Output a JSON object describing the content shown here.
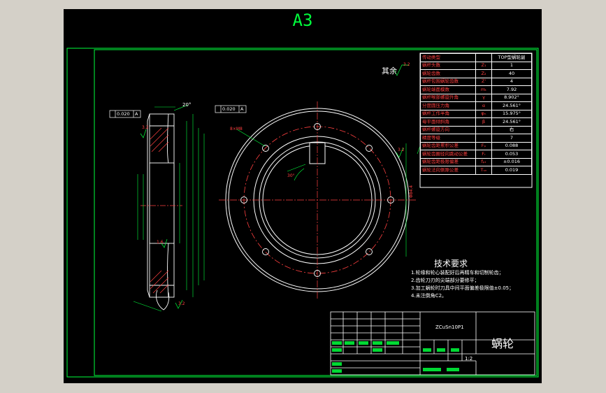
{
  "sheet": {
    "size_label": "A3",
    "other_roughness_label": "其余",
    "other_roughness_value": "3.2"
  },
  "params": [
    {
      "name": "传动类型",
      "sym": "",
      "val": "TOP型蜗轮副"
    },
    {
      "name": "蜗杆头数",
      "sym": "Z₁",
      "val": "1"
    },
    {
      "name": "蜗轮齿数",
      "sym": "Z₂",
      "val": "40"
    },
    {
      "name": "蜗杆包围蜗轮齿数",
      "sym": "Z'",
      "val": "4"
    },
    {
      "name": "蜗轮端面模数",
      "sym": "mₜ",
      "val": "7.92"
    },
    {
      "name": "蜗杆喉部螺旋升角",
      "sym": "γ",
      "val": "8.902°"
    },
    {
      "name": "分度圆压力角",
      "sym": "α",
      "val": "24.561°"
    },
    {
      "name": "蜗杆工作半角",
      "sym": "φₙ",
      "val": "15.975°"
    },
    {
      "name": "母平面倾斜角",
      "sym": "β",
      "val": "24.561°"
    },
    {
      "name": "蜗杆螺旋方向",
      "sym": "",
      "val": "右"
    },
    {
      "name": "精度等级",
      "sym": "",
      "val": "7"
    },
    {
      "name": "蜗轮齿距累积公差",
      "sym": "Fₚ",
      "val": "0.088"
    },
    {
      "name": "蜗轮齿圈径向跳动公差",
      "sym": "Fᵣ",
      "val": "0.053"
    },
    {
      "name": "蜗轮齿距极限偏差",
      "sym": "fₚₜ",
      "val": "±0.016"
    },
    {
      "name": "蜗轮法向侧隙公差",
      "sym": "Tₛₙ",
      "val": "0.019"
    }
  ],
  "tech": {
    "title": "技术要求",
    "items": [
      "1.轮缘和轮心装配好后再精车和切制轮齿；",
      "2.齿轮刀刃的尖端部分要修平；",
      "3.加工蜗轮时刀具中间平面偏差极限值±0.05；",
      "4.未注倒角C2。"
    ]
  },
  "title_block": {
    "part_name": "蜗轮",
    "material": "ZCuSn10P1",
    "scale": "1:2"
  },
  "dims": {
    "holes": "8×M8",
    "tol1": "0.020",
    "tol1_ref": "A",
    "tol2": "0.020",
    "tol2_ref": "A",
    "angle": "20°",
    "angle2": "30°",
    "bore": "Φ84.4",
    "r32": "3.2",
    "r16": "1.6"
  },
  "colors": {
    "frame": "#00ff3c",
    "drawing": "#ffffff",
    "dimension": "#ff4040",
    "background": "#000000"
  }
}
